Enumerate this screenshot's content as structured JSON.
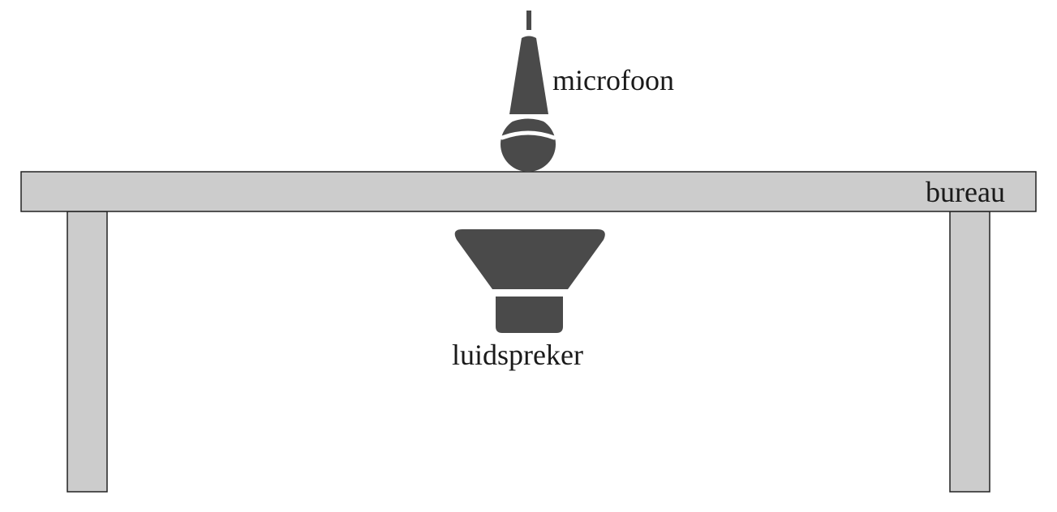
{
  "labels": {
    "microphone": "microfoon",
    "desk": "bureau",
    "speaker": "luidspreker"
  },
  "colors": {
    "desk_fill": "#cccccc",
    "outline": "#222222",
    "device_fill": "#4a4a4a",
    "background": "#ffffff"
  }
}
